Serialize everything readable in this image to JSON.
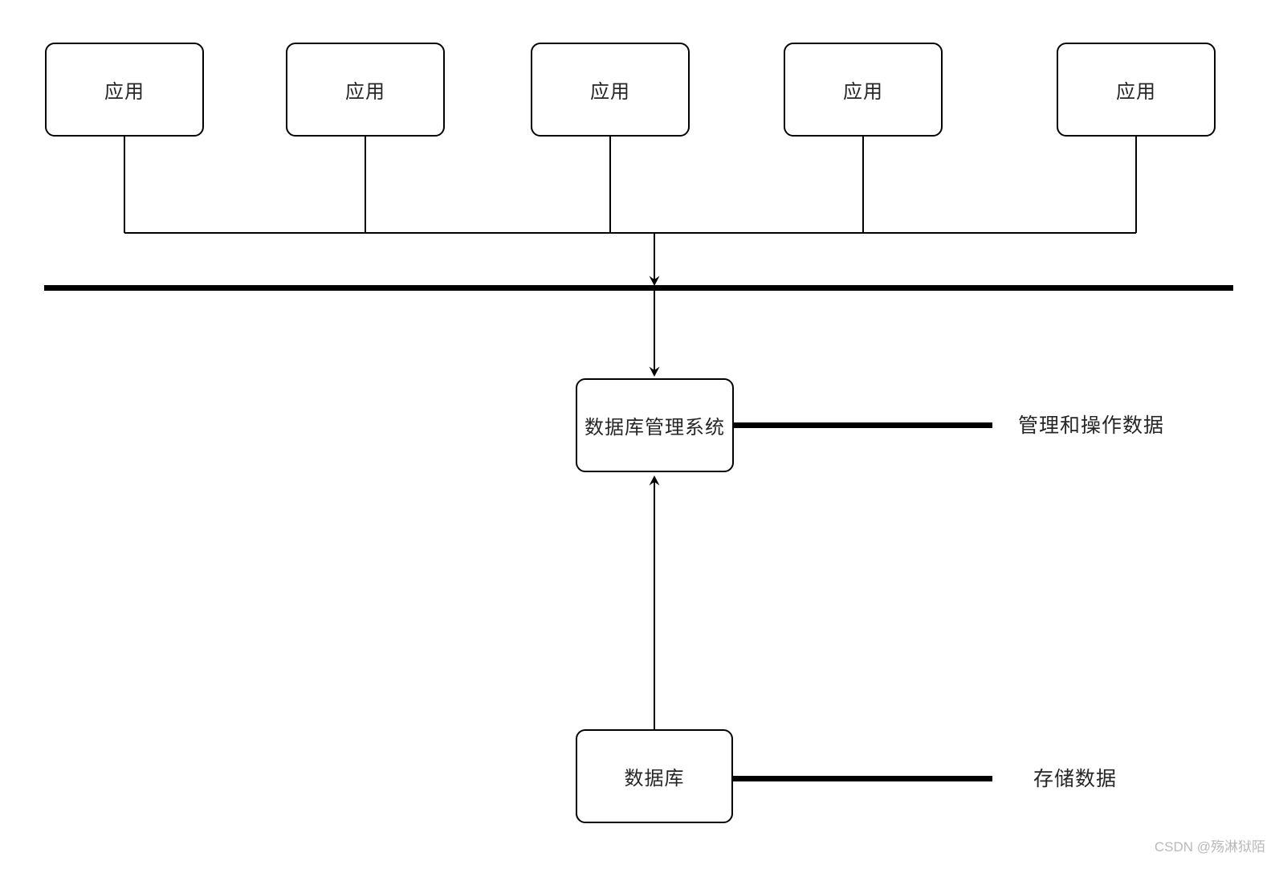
{
  "diagram": {
    "app_boxes": [
      {
        "label": "应用"
      },
      {
        "label": "应用"
      },
      {
        "label": "应用"
      },
      {
        "label": "应用"
      },
      {
        "label": "应用"
      }
    ],
    "dbms_box": {
      "label": "数据库管理系统"
    },
    "db_box": {
      "label": "数据库"
    },
    "annotations": {
      "dbms_note": "管理和操作数据",
      "db_note": "存储数据"
    },
    "colors": {
      "line": "#000000",
      "box_border": "#000000",
      "text": "#262626",
      "background": "#ffffff",
      "watermark": "#b9b9b9"
    }
  },
  "watermark": {
    "text": "CSDN @殇淋狱陌"
  }
}
